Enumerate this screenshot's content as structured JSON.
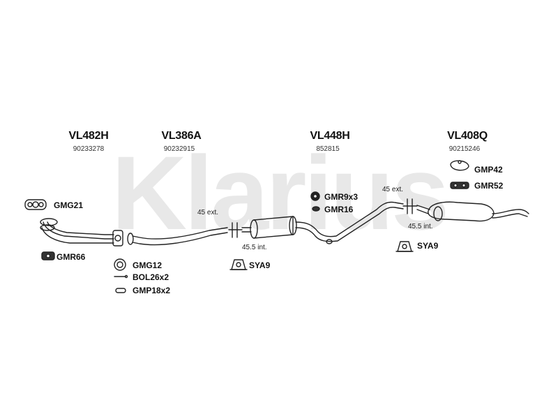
{
  "watermark": {
    "text": "Klarius",
    "color": "#e6e6e6"
  },
  "colors": {
    "line": "#222222",
    "part_fill": "#ffffff",
    "dark_part": "#333333"
  },
  "sections": [
    {
      "code": "VL482H",
      "ref": "90233278"
    },
    {
      "code": "VL386A",
      "ref": "90232915"
    },
    {
      "code": "VL448H",
      "ref": "852815"
    },
    {
      "code": "VL408Q",
      "ref": "90215246"
    }
  ],
  "components": {
    "gmg21": "GMG21",
    "gmr66": "GMR66",
    "gmg12": "GMG12",
    "bol26x2": "BOL26x2",
    "gmp18x2": "GMP18x2",
    "sya9_mid": "SYA9",
    "gmr9x3": "GMR9x3",
    "gmr16": "GMR16",
    "sya9_rear": "SYA9",
    "gmp42": "GMP42",
    "gmr52": "GMR52"
  },
  "measurements": {
    "ext_mid": "45 ext.",
    "int_mid": "45.5 int.",
    "ext_rear": "45 ext.",
    "int_rear": "45.5 int."
  }
}
